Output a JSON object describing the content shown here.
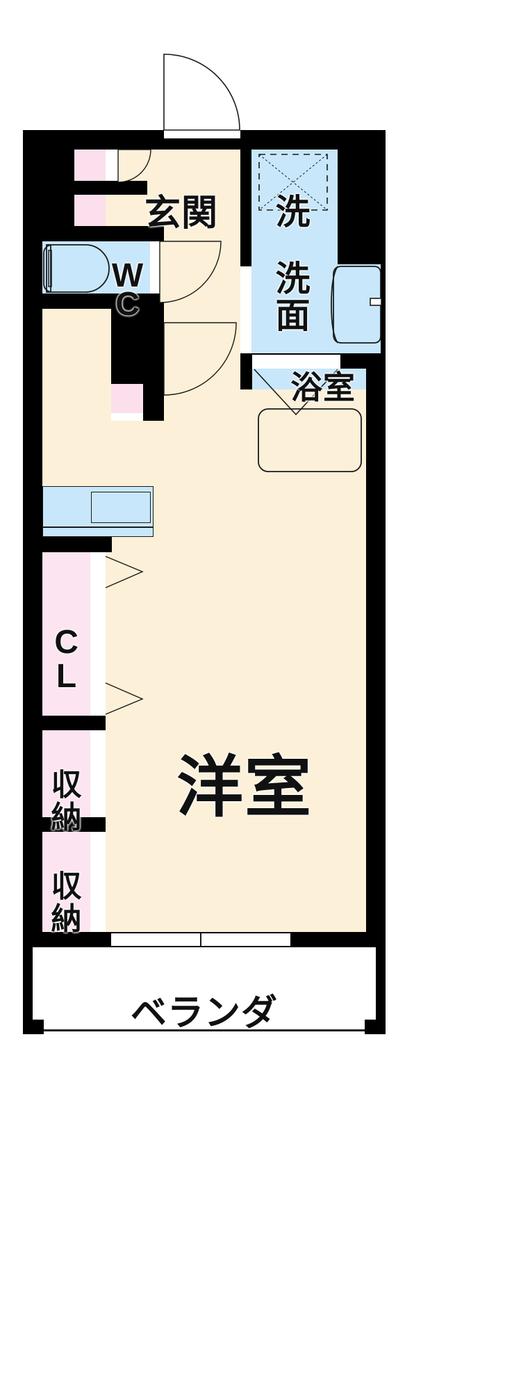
{
  "document": {
    "type": "floor-plan",
    "title": "間取り図",
    "layout_type": "1K",
    "orientation": "vertical"
  },
  "rooms": [
    {
      "id": "genkan",
      "label": "玄関",
      "romaji": "genkan",
      "kind": "entrance",
      "fill": "#fdf0d8"
    },
    {
      "id": "wc",
      "label": "WC",
      "romaji": "toilet",
      "kind": "toilet",
      "fill": "#c8e7fa"
    },
    {
      "id": "sen",
      "label": "洗",
      "romaji": "sen",
      "kind": "washer-space",
      "fill": "#c8e7fa"
    },
    {
      "id": "senmen",
      "label": "洗面",
      "romaji": "senmen",
      "kind": "washroom",
      "fill": "#c8e7fa"
    },
    {
      "id": "yokushitsu",
      "label": "浴室",
      "romaji": "yokushitsu",
      "kind": "bathroom",
      "fill": "#c8e7fa"
    },
    {
      "id": "cl",
      "label": "CL",
      "romaji": "closet",
      "kind": "closet",
      "fill": "#fbdfec"
    },
    {
      "id": "shuno1",
      "label": "収納",
      "romaji": "shuno",
      "kind": "storage",
      "fill": "#fbdfec"
    },
    {
      "id": "shuno2",
      "label": "収納",
      "romaji": "shuno",
      "kind": "storage",
      "fill": "#fbdfec"
    },
    {
      "id": "yoshitsu",
      "label": "洋室",
      "romaji": "yoshitsu",
      "kind": "western-room",
      "fill": "#fdf0d8"
    },
    {
      "id": "veranda",
      "label": "ベランダ",
      "romaji": "veranda",
      "kind": "balcony",
      "fill": "#ffffff"
    }
  ],
  "labels": {
    "genkan": "玄関",
    "wc_line1": "W",
    "wc_line2": "C",
    "sen": "洗",
    "senmen": "洗面",
    "yokushitsu": "浴室",
    "cl_line1": "C",
    "cl_line2": "L",
    "shuno1": "収納",
    "shuno2": "収納",
    "yoshitsu": "洋室",
    "veranda": "ベランダ"
  },
  "fixtures": [
    {
      "id": "toilet-bowl",
      "name": "toilet",
      "room": "wc"
    },
    {
      "id": "washer-space",
      "name": "washing-machine",
      "room": "sen"
    },
    {
      "id": "wash-basin",
      "name": "sink-basin",
      "room": "senmen"
    },
    {
      "id": "bathtub",
      "name": "bathtub",
      "room": "yokushitsu"
    },
    {
      "id": "kitchen-sink",
      "name": "kitchen-counter",
      "room": "genkan"
    },
    {
      "id": "shoe-cabinet",
      "name": "shoe-cabinet",
      "room": "genkan"
    }
  ],
  "doors": [
    {
      "id": "entrance-door",
      "type": "swing",
      "room": "genkan"
    },
    {
      "id": "wc-door",
      "type": "swing",
      "room": "wc"
    },
    {
      "id": "room-door",
      "type": "swing",
      "room": "yoshitsu"
    },
    {
      "id": "washroom-door",
      "type": "sliding",
      "room": "senmen"
    },
    {
      "id": "bath-door",
      "type": "folding",
      "room": "yokushitsu"
    },
    {
      "id": "cl-door",
      "type": "folding",
      "room": "cl"
    },
    {
      "id": "shuno-door",
      "type": "folding",
      "room": "shuno1"
    },
    {
      "id": "balcony-window",
      "type": "sliding",
      "room": "veranda"
    }
  ],
  "colors": {
    "wall": "#000000",
    "floor": "#fdf0d8",
    "water_area": "#c8e7fa",
    "storage": "#fbdfec",
    "outline": "#1a1a1a",
    "background": "#ffffff"
  }
}
